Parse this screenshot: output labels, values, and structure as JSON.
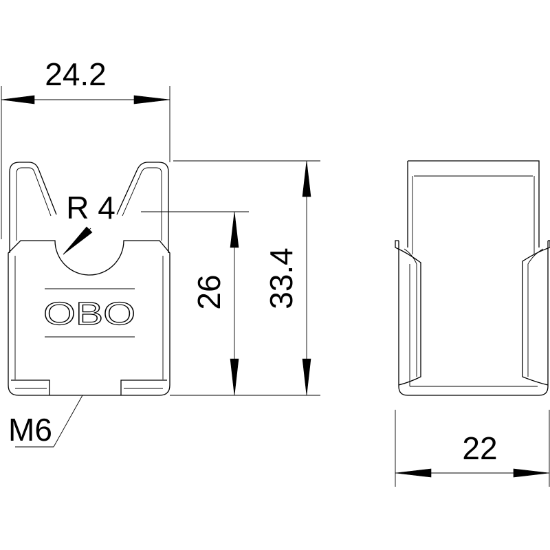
{
  "dimensions": {
    "width_top": "24.2",
    "radius": "R 4",
    "inner_height": "26",
    "total_height": "33.4",
    "thread": "M6",
    "side_width": "22"
  },
  "logo": {
    "text": "OBO"
  }
}
